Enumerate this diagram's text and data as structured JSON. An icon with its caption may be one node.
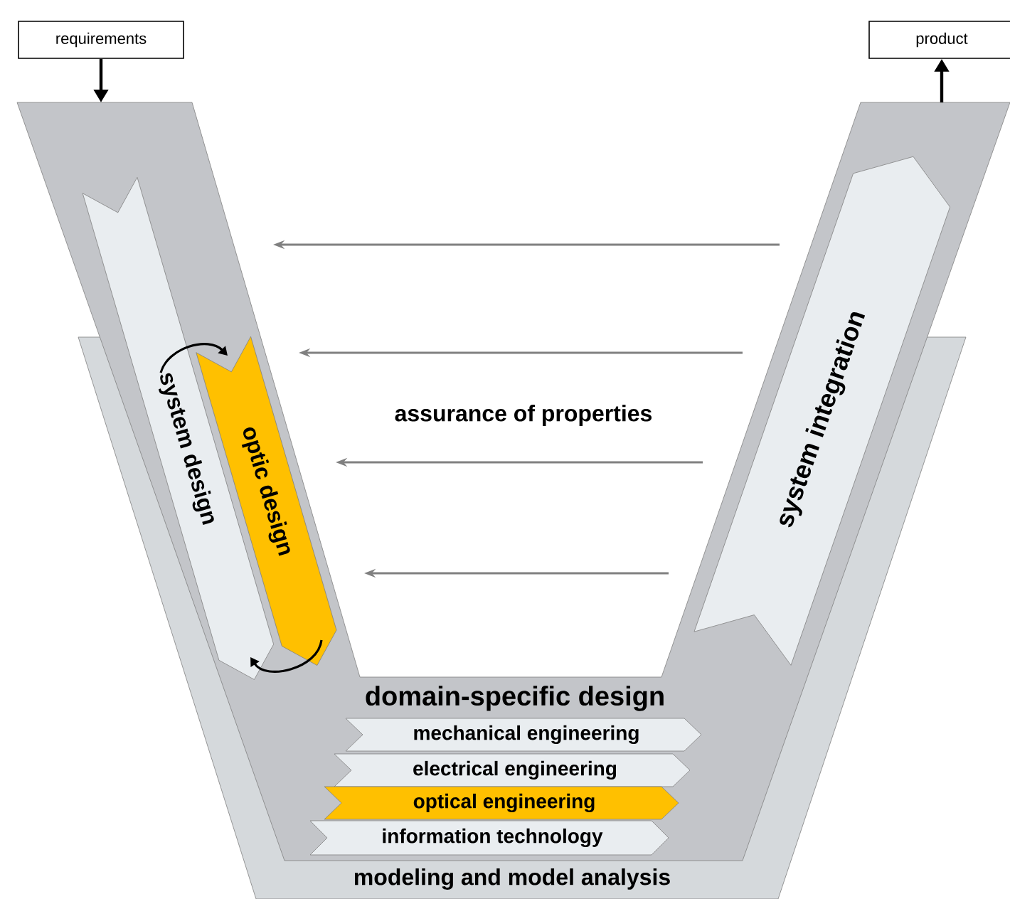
{
  "diagram": {
    "nodes": [
      {
        "text": [
          "requirements"
        ]
      },
      {
        "text": [
          "product"
        ]
      },
      {
        "text": [
          "modeling and model analysis"
        ]
      },
      {
        "text": [
          "domain-specific design"
        ]
      },
      {
        "text": [
          "system design"
        ],
        "in": 3
      },
      {
        "text": [
          "optic design"
        ],
        "in": 3
      },
      {
        "text": [
          "system integration"
        ],
        "in": 3
      },
      {
        "text": [
          "mechanical engineering"
        ],
        "in": 3
      },
      {
        "text": [
          "electrical engineering"
        ],
        "in": 3
      },
      {
        "text": [
          "optical engineering"
        ],
        "in": 3
      },
      {
        "text": [
          "information technology"
        ],
        "in": 3
      }
    ],
    "edges": [
      {
        "from": 0,
        "to": 3,
        "arrow": "to"
      },
      {
        "from": 3,
        "to": 1,
        "arrow": "to"
      },
      {
        "from": 4,
        "to": 5,
        "arrow": "to"
      },
      {
        "from": 5,
        "to": 4,
        "arrow": "to"
      }
    ],
    "labels": [
      "assurance of properties"
    ]
  }
}
